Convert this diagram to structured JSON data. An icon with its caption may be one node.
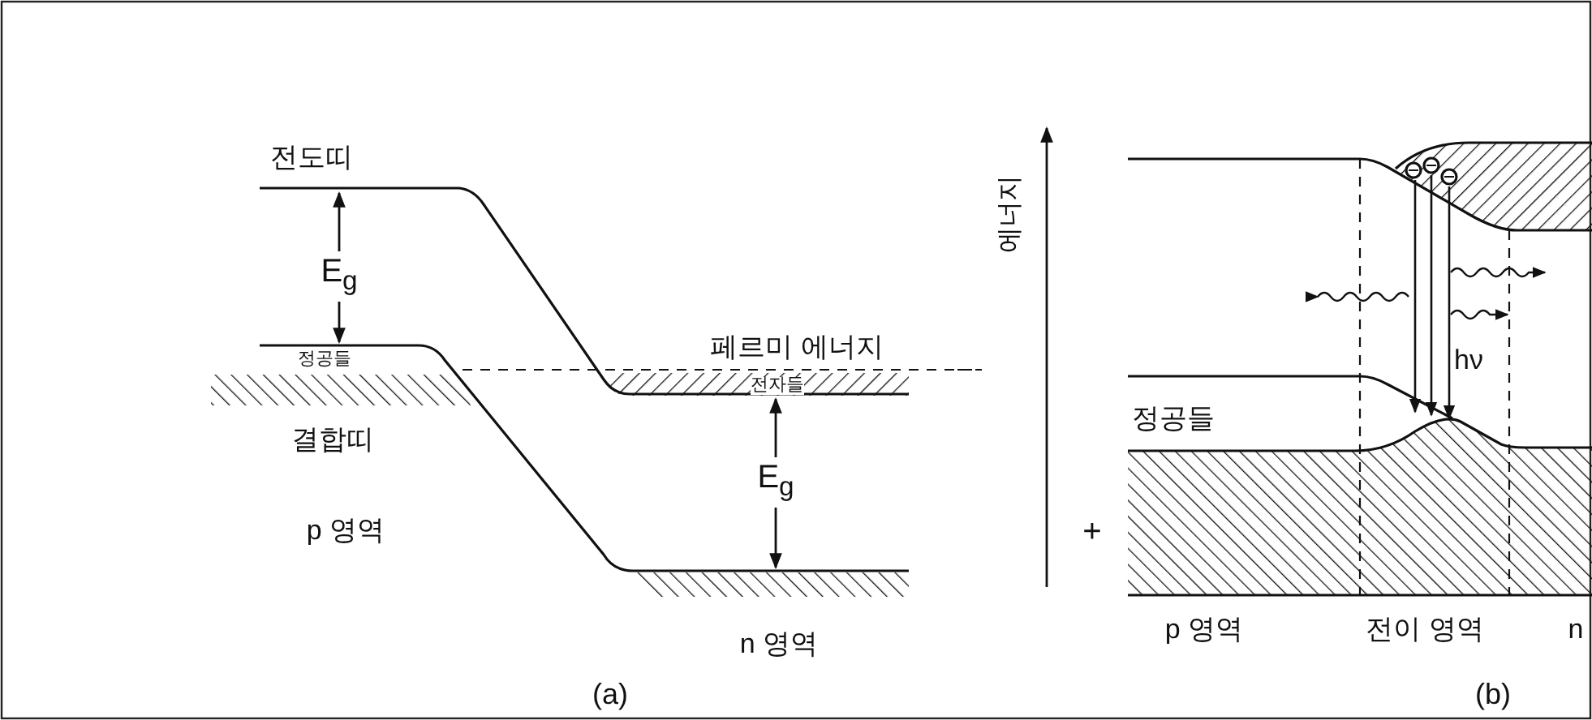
{
  "diagram": {
    "labels": [
      "전도띠",
      "E$_{g}$",
      "정공들",
      "결합띠",
      "p 영역",
      "페르미 에너지",
      "전자들",
      "E$_{g}$",
      "n 영역",
      "(a)",
      "에너지",
      "정공들",
      "hν",
      "+",
      "p 영역",
      "전이 영역",
      "n",
      "(b)"
    ]
  }
}
